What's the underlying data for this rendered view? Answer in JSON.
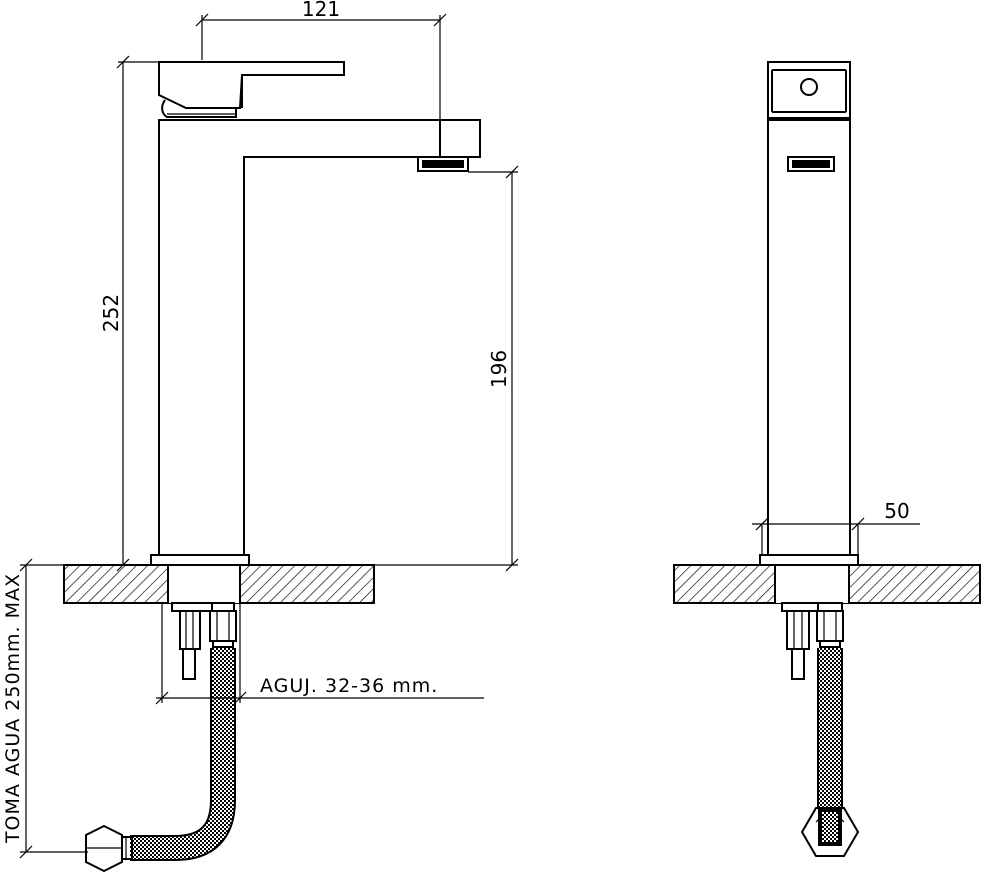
{
  "dimensions": {
    "spout_reach": "121",
    "total_height": "252",
    "spout_height": "196",
    "body_width": "50"
  },
  "notes": {
    "hole_size": "AGUJ. 32-36 mm.",
    "water_inlet": "TOMA AGUA 250mm. MAX"
  },
  "colors": {
    "line": "#000000",
    "background": "#ffffff"
  }
}
